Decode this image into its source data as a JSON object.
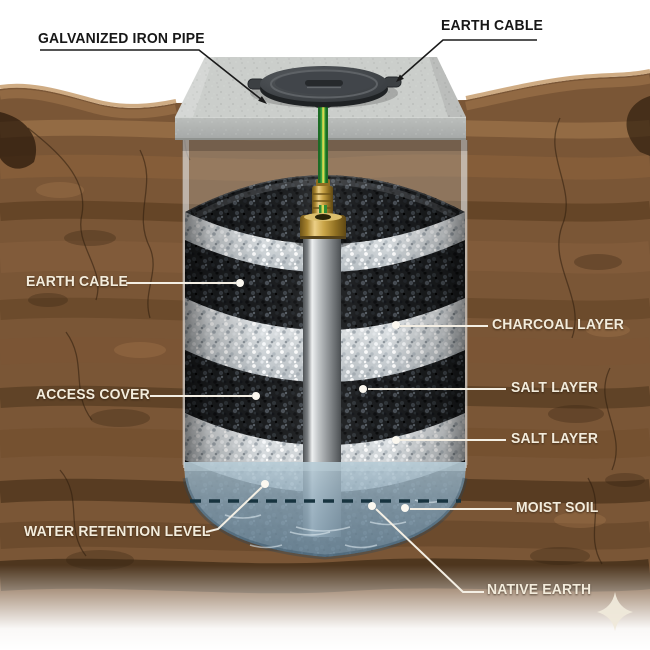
{
  "diagram": {
    "callouts": {
      "galvanized_iron_pipe": "GALVANIZED IRON PIPE",
      "earth_cable_top": "EARTH CABLE",
      "earth_cable_left": "EARTH CABLE",
      "access_cover": "ACCESS COVER",
      "water_retention_level": "WATER RETENTION LEVEL",
      "charcoal_layer": "CHARCOAL LAYER",
      "salt_layer_upper": "SALT LAYER",
      "salt_layer_lower": "SALT LAYER",
      "moist_soil": "MOIST SOIL",
      "native_earth": "NATIVE EARTH"
    },
    "colors": {
      "soil_brown": "#7a5636",
      "soil_dark": "#3e2a16",
      "charcoal": "#1b1d1f",
      "salt": "#d9dde0",
      "water_blue": "#8fa9ba",
      "concrete": "#c9ccc9",
      "cover_gray": "#3a3e42",
      "pipe_gray": "#9aa0a4",
      "brass": "#c9a447",
      "cable_green": "#2f9e38",
      "cable_yellow": "#d6d84f",
      "label_light": "#f3ecdc",
      "label_dark": "#171717"
    },
    "icons": {
      "sparkle": "sparkle-icon"
    }
  }
}
